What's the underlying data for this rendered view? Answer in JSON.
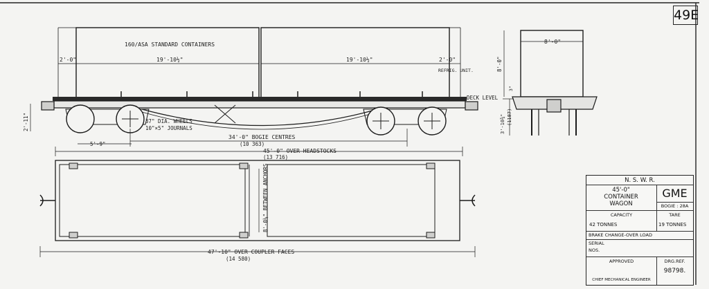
{
  "sheet_number": "49E",
  "side_view": {
    "containers_label": "160/ASA STANDARD CONTAINERS",
    "end_gap_left": "2'-0\"",
    "container_length_1": "19'-10½\"",
    "container_length_2": "19'-10½\"",
    "end_gap_right": "2'-0\"",
    "refrig_label": "REFRIG. UNIT.",
    "wheels_label": "37\" DIA. WHEELS",
    "journals_label": "10\"×5\" JOURNALS",
    "coupler_height": "2'-11\"",
    "wheelbase": "5'-9\"",
    "bogie_centres": "34'-0\" BOGIE CENTRES",
    "bogie_centres_metric": "(10 363)",
    "over_headstocks": "45'-0\" OVER HEADSTOCKS",
    "over_headstocks_metric": "(13 716)"
  },
  "end_view": {
    "container_width": "8'-0\"",
    "container_height": "8'-0\"",
    "deck_level_label": "DECK LEVEL",
    "deck_offset": "3\"",
    "deck_height": "3'-10¾\"",
    "deck_height_metric": "(1187)"
  },
  "plan_view": {
    "between_anchors": "8'-0¼\" BETWEEN ANCHORS",
    "over_coupler_faces": "47'-10\" OVER COUPLER FACES",
    "over_coupler_faces_metric": "(14 580)"
  },
  "title_block": {
    "railway": "N. S. W. R.",
    "length": "45'-0\"",
    "type_line1": "CONTAINER",
    "type_line2": "WAGON",
    "code": "GME",
    "bogie": "BOGIE : 28A",
    "capacity_label": "CAPACITY",
    "tare_label": "TARE",
    "capacity_value": "42  TONNES",
    "tare_value": "19  TONNES",
    "brake_label": "BRAKE CHANGE-OVER LOAD",
    "serial_label": "SERIAL",
    "nos_label": "NOS.",
    "approved_label": "APPROVED",
    "drg_ref_label": "DRG.REF.",
    "drg_ref_value": "98798.",
    "engineer_label": "CHIEF MECHANICAL ENGINEER"
  },
  "colors": {
    "paper": "#f4f4f2",
    "ink": "#1b1b1b"
  }
}
